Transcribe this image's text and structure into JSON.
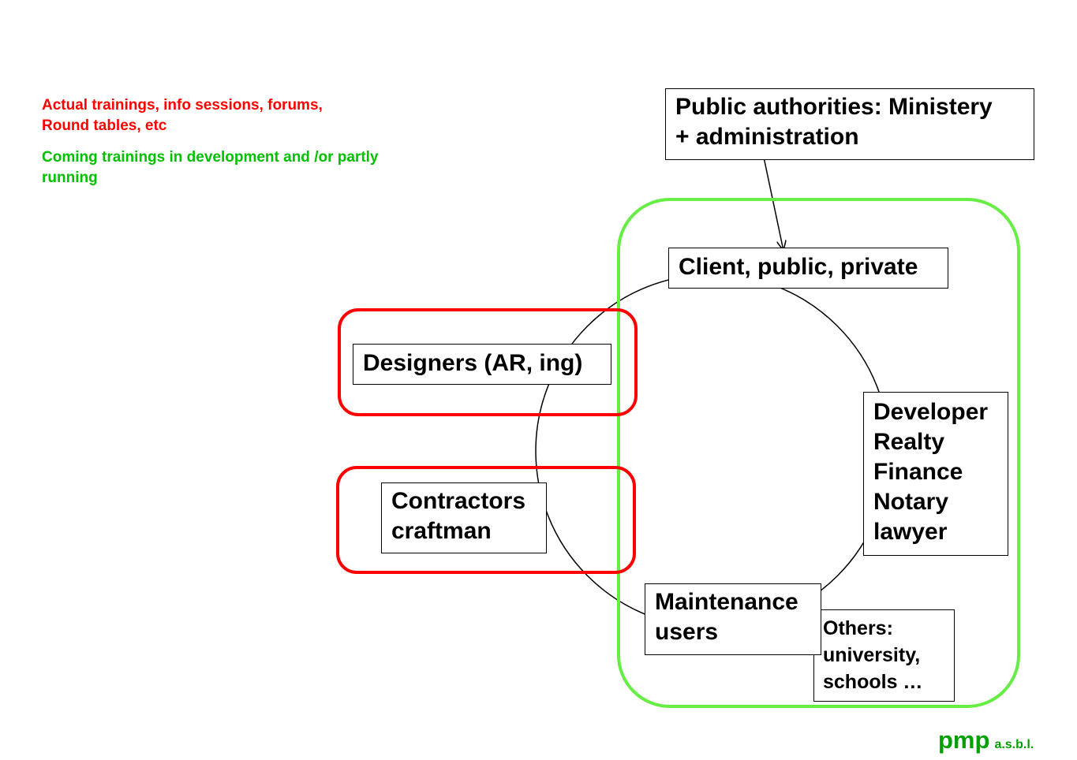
{
  "legend": {
    "red_line1": "Actual trainings, info sessions, forums,",
    "red_line2": "Round tables, etc",
    "green_line1": "Coming trainings in development and /or partly",
    "green_line2": "running"
  },
  "nodes": {
    "authorities": {
      "line1": "Public authorities: Ministery",
      "line2": "+ administration"
    },
    "client": {
      "line1": "Client, public, private"
    },
    "designers": {
      "line1": "Designers (AR, ing)"
    },
    "contractors": {
      "line1": "Contractors",
      "line2": "craftman"
    },
    "developer": {
      "line1": "Developer",
      "line2": "Realty",
      "line3": "Finance",
      "line4": "Notary",
      "line5": "lawyer"
    },
    "maintenance": {
      "line1": "Maintenance",
      "line2": "users"
    },
    "others": {
      "line1": "Others:",
      "line2": "university,",
      "line3": "schools …"
    }
  },
  "brand": {
    "name": "pmp",
    "suffix": "a.s.b.l."
  },
  "colors": {
    "actual": "#ff0000",
    "coming": "#00c000",
    "coming_frame": "#66ee44",
    "brand": "#00a000"
  }
}
